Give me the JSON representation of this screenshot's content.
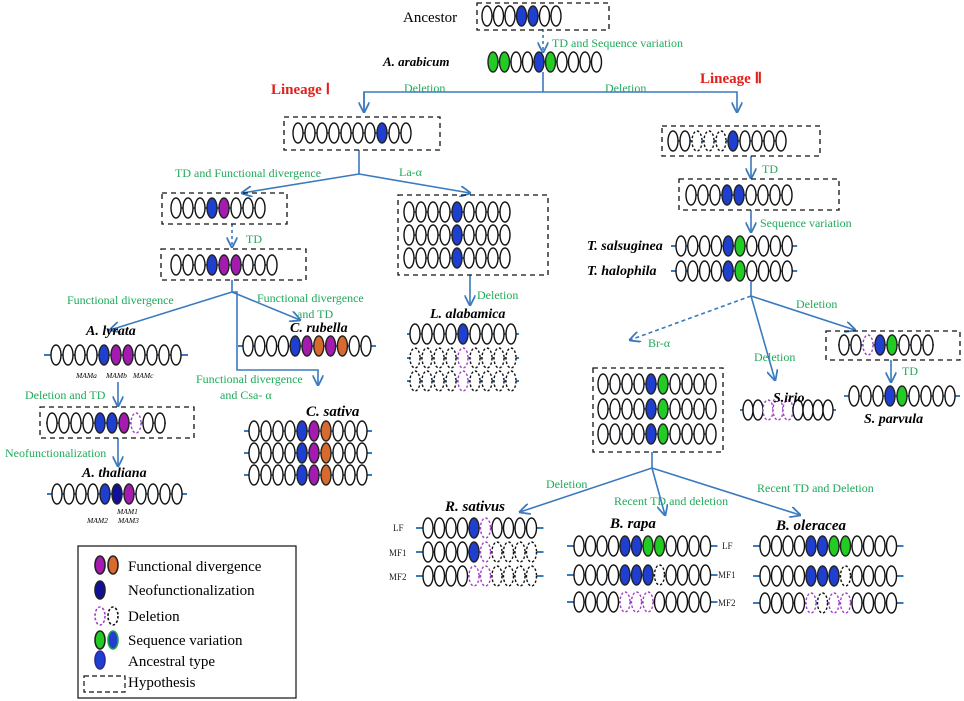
{
  "colors": {
    "blue": "#1f3fd1",
    "dark_blue": "#10109a",
    "magenta": "#a51ab0",
    "orange": "#d86a2e",
    "green": "#22cc22",
    "purple_dashed": "#a040c8",
    "line": "#3a7abf",
    "label_green": "#1faa5a",
    "lineage_red": "#e0201c"
  },
  "labels": {
    "ancestor": "Ancestor",
    "td_seq": "TD and Sequence variation",
    "a_arabicum": "A. arabicum",
    "lineage1": "Lineage Ⅰ",
    "lineage2": "Lineage Ⅱ",
    "deletion": "Deletion",
    "td_func_div": "TD and Functional divergence",
    "la_alpha": "La-α",
    "td": "TD",
    "func_div": "Functional divergence",
    "func_div_td_1": "Functional divergence",
    "func_div_td_2": "and TD",
    "func_div_csa_1": "Functional divergence",
    "func_div_csa_2": "and Csa- α",
    "a_lyrata": "A. lyrata",
    "c_rubella": "C. rubella",
    "c_sativa": "C. sativa",
    "l_alabamica": "L. alabamica",
    "mama": "MAMa",
    "mamb": "MAMb",
    "mamc": "MAMc",
    "deletion_td": "Deletion and TD",
    "neofunc": "Neofunctionalization",
    "a_thaliana": "A. thaliana",
    "mam1": "MAM1",
    "mam2": "MAM2",
    "mam3": "MAM3",
    "seq_var": "Sequence variation",
    "t_salsuginea": "T. salsuginea",
    "t_halophila": "T. halophila",
    "br_alpha": "Br-α",
    "s_irio": "S.irio",
    "s_parvula": "S. parvula",
    "r_sativus": "R. sativus",
    "b_rapa": "B. rapa",
    "b_oleracea": "B. oleracea",
    "recent_td_deletion": "Recent  TD and deletion",
    "recent_td_deletion2": "Recent TD and Deletion",
    "lf": "LF",
    "mf1": "MF1",
    "mf2": "MF2"
  },
  "legend": {
    "functional_divergence": "Functional divergence",
    "neofunctionalization": "Neofunctionalization",
    "deletion": "Deletion",
    "sequence_variation": "Sequence variation",
    "ancestral_type": "Ancestral type",
    "hypothesis": "Hypothesis"
  }
}
